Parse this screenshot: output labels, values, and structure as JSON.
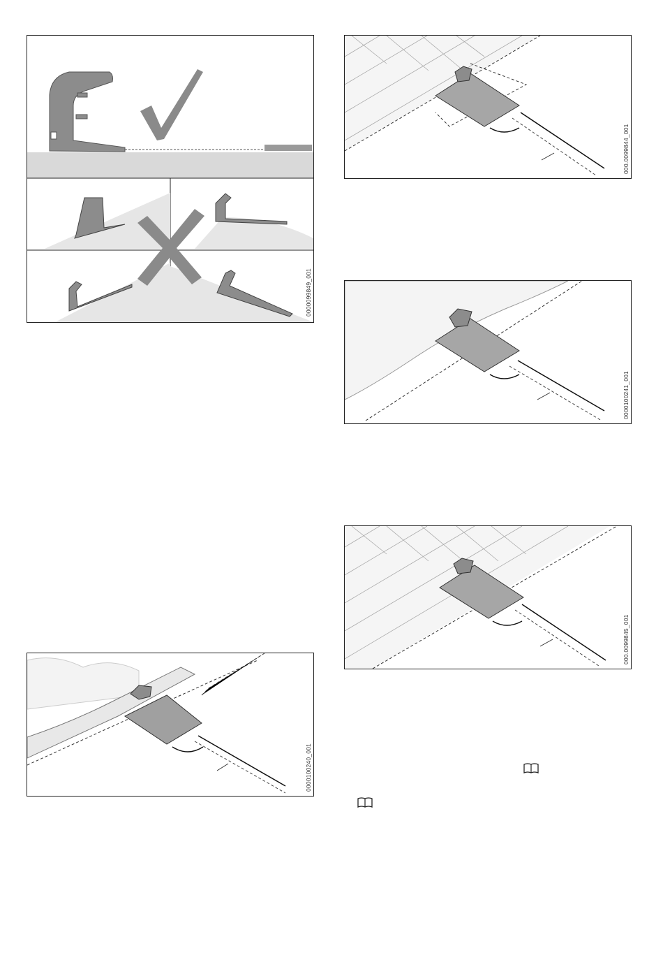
{
  "figures": {
    "placement": {
      "id": "0000099849_001"
    },
    "edge_soil": {
      "id": "0000100240_001"
    },
    "paving_a": {
      "id": "000.0099844_001"
    },
    "hedge": {
      "id": "0000100241_001"
    },
    "paving_b": {
      "id": "000.0099845_001"
    }
  },
  "icons": [
    "book-icon",
    "book-icon"
  ],
  "colors": {
    "line": "#222222",
    "base": "#d9d9d9",
    "dark": "#8a8a8a",
    "grass": "#bdbdbd"
  }
}
